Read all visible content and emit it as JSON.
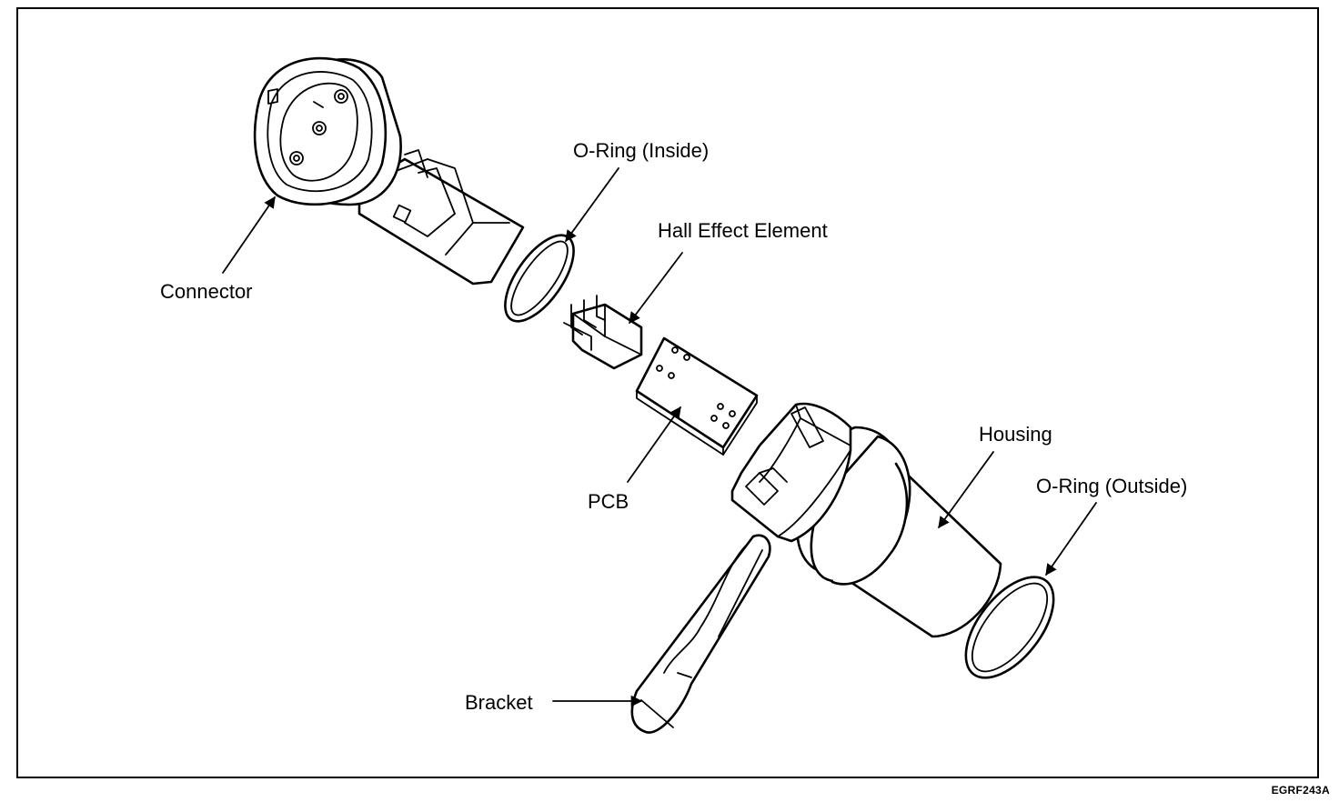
{
  "labels": {
    "connector": "Connector",
    "oring_inside": "O-Ring (Inside)",
    "hall_effect": "Hall Effect Element",
    "pcb": "PCB",
    "housing": "Housing",
    "oring_outside": "O-Ring (Outside)",
    "bracket": "Bracket"
  },
  "figure_code": "EGRF243A",
  "colors": {
    "line": "#000000",
    "background": "#ffffff"
  }
}
